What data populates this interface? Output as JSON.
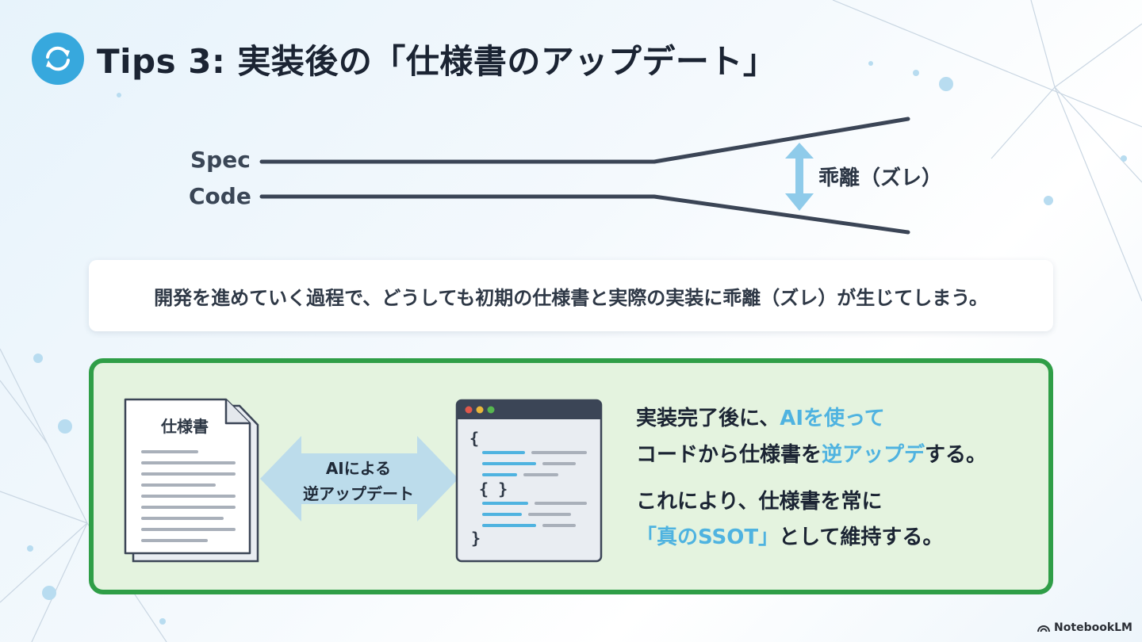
{
  "title": "Tips 3: 実装後の「仕様書のアップデート」",
  "divergence": {
    "spec_label": "Spec",
    "code_label": "Code",
    "gap_label": "乖離（ズレ）"
  },
  "statement": "開発を進めていく過程で、どうしても初期の仕様書と実際の実装に乖離（ズレ）が生じてしまう。",
  "solution": {
    "doc_label": "仕様書",
    "arrow_label_line1": "AIによる",
    "arrow_label_line2": "逆アップデート",
    "code_brace_open": "{",
    "code_brace_pair": "{ }",
    "code_brace_close": "}",
    "line1_a": "実装完了後に、",
    "line1_b": "AIを使って",
    "line2_a": "コードから仕様書を",
    "line2_b": "逆アップデ",
    "line2_c": "する。",
    "line3": "これにより、仕様書を常に",
    "line4_a": "「真のSSOT」",
    "line4_b": "として維持する。"
  },
  "brand": "NotebookLM",
  "colors": {
    "accent_blue": "#37a8dd",
    "highlight_blue": "#4fb3e0",
    "panel_green": "#2f9e47",
    "panel_bg": "#e4f3df",
    "line_dark": "#3b4556"
  },
  "icons": {
    "title": "refresh-icon",
    "gap": "double-arrow-vertical-icon",
    "doc": "document-icon",
    "window": "code-window-icon",
    "arrow": "double-arrow-horizontal-icon",
    "brand": "notebooklm-logo-icon"
  }
}
